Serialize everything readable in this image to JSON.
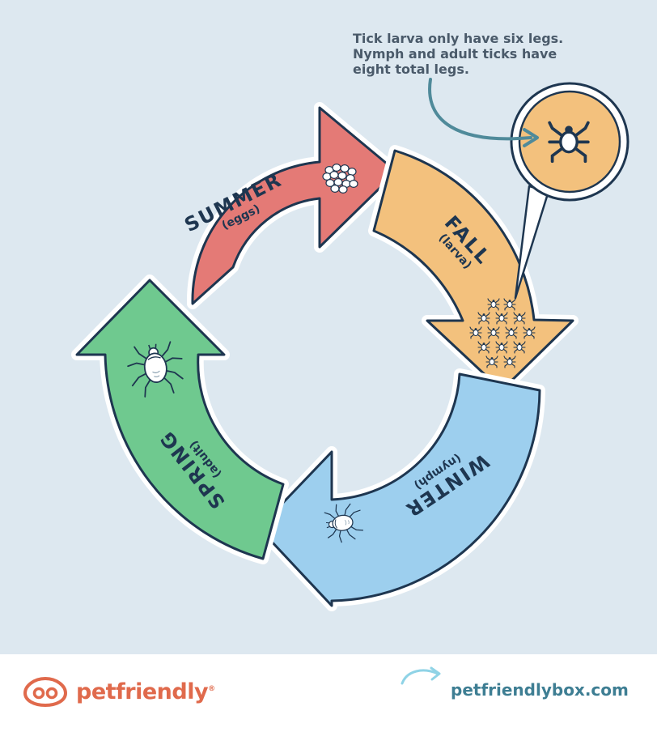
{
  "note": {
    "lines": [
      "Tick larva only have six legs.",
      "Nymph and adult ticks have",
      "eight total legs."
    ]
  },
  "segments": {
    "summer": {
      "title": "SUMMER",
      "subtitle": "(eggs)"
    },
    "fall": {
      "title": "FALL",
      "subtitle": "(larva)"
    },
    "winter": {
      "title": "WINTER",
      "subtitle": "(nymph)"
    },
    "spring": {
      "title": "SPRING",
      "subtitle": "(adult)"
    }
  },
  "footer": {
    "brand": "petfriendly",
    "registered": "®",
    "website": "petfriendlybox.com"
  },
  "colors": {
    "background": "#dde8f0",
    "summer": "#e47a76",
    "fall": "#f3c17d",
    "winter": "#9dcfee",
    "spring": "#6fc98f",
    "outline": "#1e3650",
    "brand": "#e06a4c",
    "website": "#3e7e93",
    "note_arrow": "#4f8a9a"
  }
}
